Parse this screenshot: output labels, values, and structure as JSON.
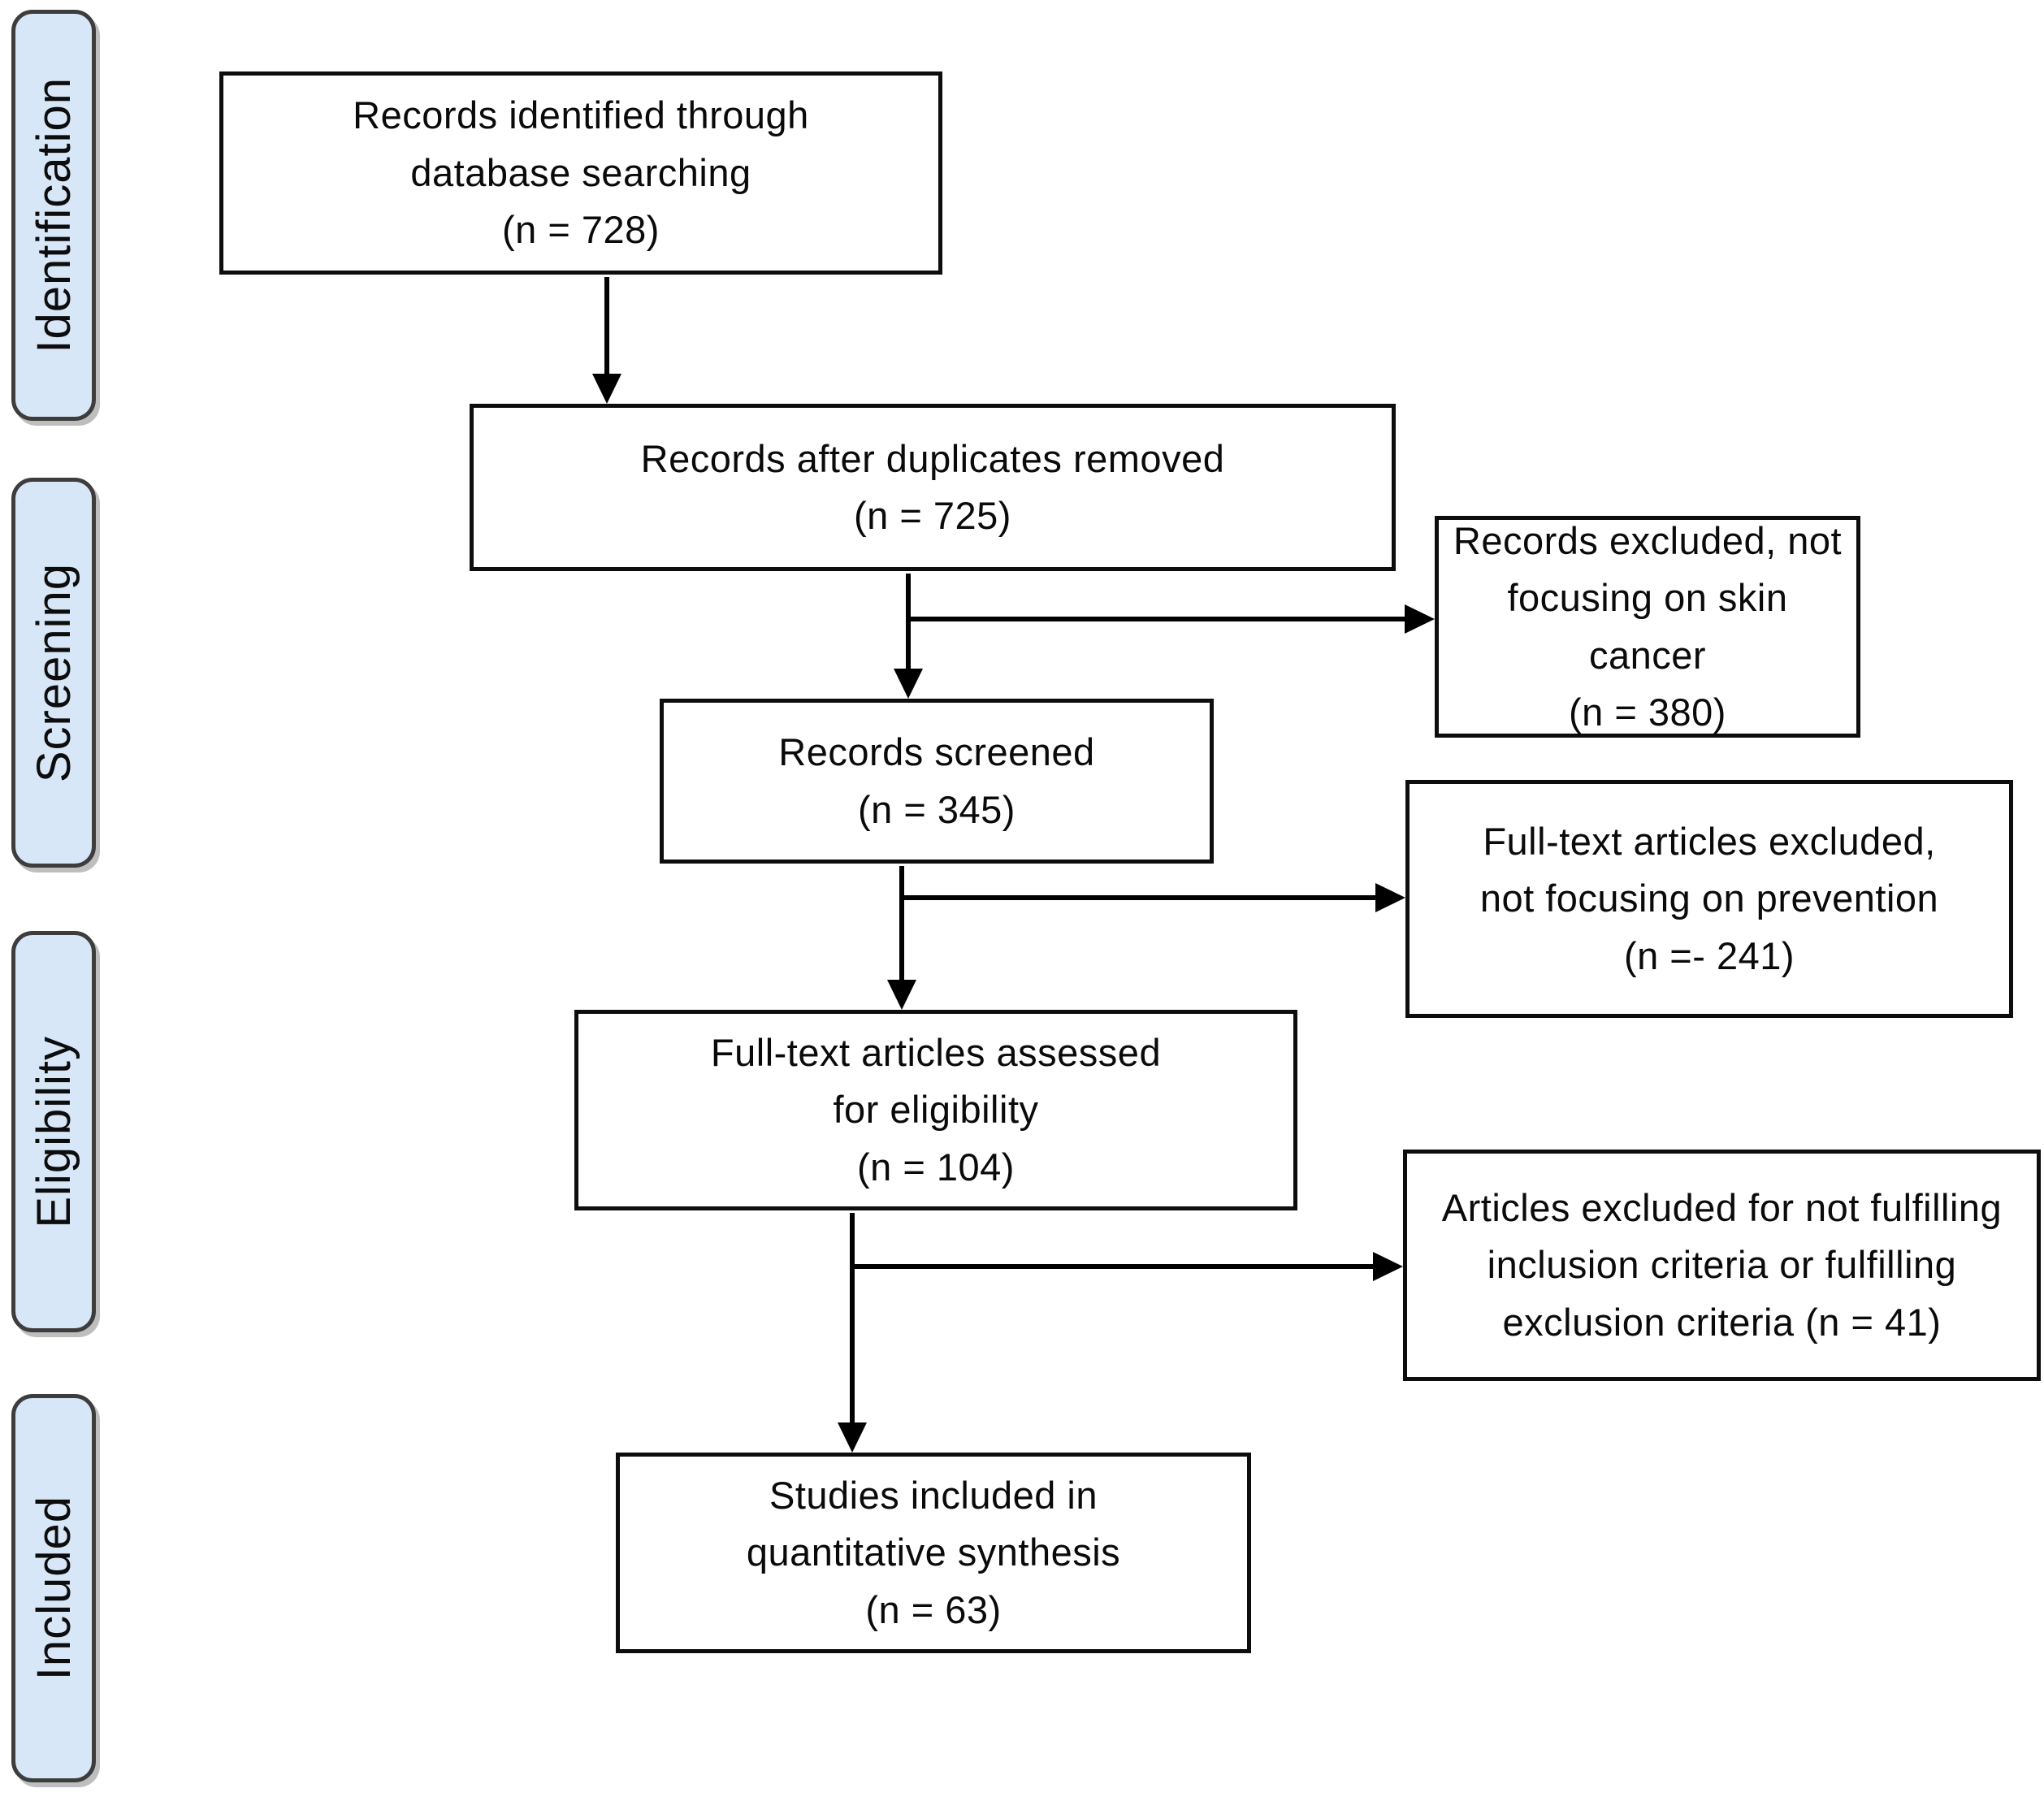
{
  "stages": [
    {
      "id": "identification",
      "label": "Identification"
    },
    {
      "id": "screening",
      "label": "Screening"
    },
    {
      "id": "eligibility",
      "label": "Eligibility"
    },
    {
      "id": "included",
      "label": "Included"
    }
  ],
  "flow_boxes": [
    {
      "id": "records-identified",
      "text": "Records identified through\ndatabase searching\n(n = 728)"
    },
    {
      "id": "records-after-duplicates",
      "text": "Records after duplicates removed\n(n = 725)"
    },
    {
      "id": "records-screened",
      "text": "Records screened\n(n = 345)"
    },
    {
      "id": "fulltext-assessed",
      "text": "Full-text articles assessed\nfor eligibility\n(n = 104)"
    },
    {
      "id": "studies-included",
      "text": "Studies included in\nquantitative synthesis\n(n = 63)"
    }
  ],
  "exclusion_boxes": [
    {
      "id": "records-excluded",
      "text": "Records excluded, not\nfocusing on skin cancer\n(n = 380)"
    },
    {
      "id": "fulltext-excluded",
      "text": "Full-text articles excluded,\nnot focusing on prevention\n(n =- 241)"
    },
    {
      "id": "articles-excluded",
      "text": "Articles excluded for not fulfilling\ninclusion criteria or fulfilling\nexclusion criteria (n = 41)"
    }
  ],
  "counts": {
    "identified": 728,
    "after_duplicates": 725,
    "screened": 345,
    "fulltext_assessed": 104,
    "included_quantitative": 63,
    "excluded_not_skin_cancer": 380,
    "excluded_not_prevention": 241,
    "excluded_criteria": 41
  },
  "colors": {
    "stage_fill": "#d7e7f8",
    "stage_border": "#3d3d3d",
    "box_border": "#0d0d0d",
    "connector": "#000000",
    "background": "#ffffff",
    "text": "#0a0a0a"
  }
}
